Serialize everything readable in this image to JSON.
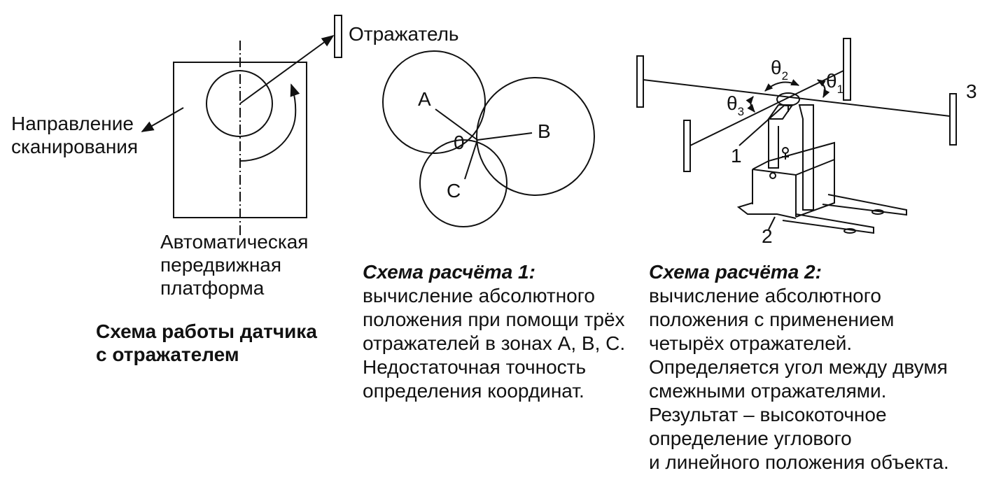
{
  "scheme_a": {
    "reflector_label": "Отражатель",
    "direction_label": [
      "Направление",
      "сканирования"
    ],
    "platform_label": [
      "Автоматическая",
      "передвижная",
      "платформа"
    ],
    "caption": [
      "Схема работы датчика",
      "с отражателем"
    ]
  },
  "scheme_b": {
    "point_a": "A",
    "point_b": "B",
    "point_c": "C",
    "point_o": "0",
    "title": "Схема расчёта 1:",
    "text": [
      "вычисление абсолютного",
      "положения при помощи трёх",
      "отражателей в зонах А, В, С.",
      "Недостаточная точность",
      "определения координат."
    ]
  },
  "scheme_c": {
    "theta_symbol": "θ",
    "theta_1_index": "1",
    "theta_2_index": "2",
    "theta_3_index": "3",
    "label_1": "1",
    "label_2": "2",
    "label_3": "3",
    "title": "Схема расчёта 2:",
    "text": [
      "вычисление абсолютного",
      "положения с применением",
      "четырёх отражателей.",
      "Определяется угол между двумя",
      "смежными отражателями.",
      "Результат – высокоточное",
      "определение углового",
      "и линейного положения объекта."
    ]
  }
}
